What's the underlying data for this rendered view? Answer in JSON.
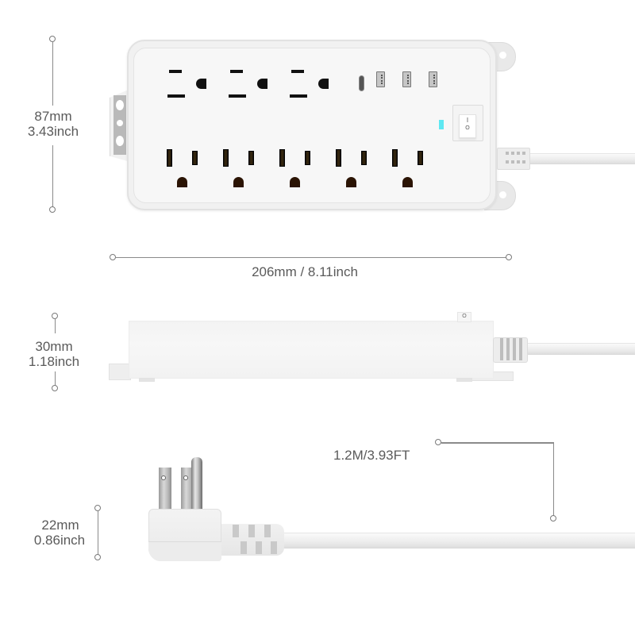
{
  "dimensions": {
    "height": {
      "mm": "87mm",
      "inch": "3.43inch"
    },
    "length": {
      "label": "206mm / 8.11inch"
    },
    "depth": {
      "mm": "30mm",
      "inch": "1.18inch"
    },
    "plug_thickness": {
      "mm": "22mm",
      "inch": "0.86inch"
    },
    "cord_length": {
      "label": "1.2M/3.93FT"
    }
  },
  "power_strip": {
    "top_outlets": 3,
    "bottom_outlets": 5,
    "usb_c_ports": 1,
    "usb_a_ports": 3,
    "switch": {
      "on_symbol": "I",
      "off_symbol": "O"
    },
    "indicator_color": "#5fe8f2",
    "body_color": "#f5f5f5"
  },
  "colors": {
    "dimension_text": "#5a5a5a",
    "dimension_line": "#8a8a8a"
  }
}
